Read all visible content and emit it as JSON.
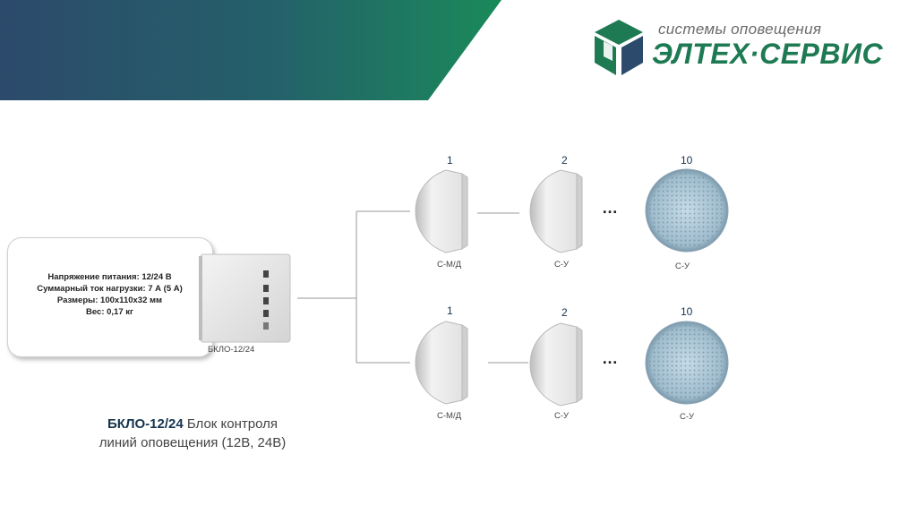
{
  "logo": {
    "subtitle": "системы оповещения",
    "brand": "ЭЛТЕХ·СЕРВИС"
  },
  "specs": {
    "lines": [
      "Напряжение питания: 12/24 В",
      "Суммарный ток нагрузки: 7 А (5 А)",
      "Размеры: 100х110х32 мм",
      "Вес: 0,17 кг"
    ]
  },
  "device": {
    "label": "БКЛО-12/24"
  },
  "caption": {
    "model": "БКЛО-12/24",
    "desc_1": " Блок контроля",
    "desc_2": "линий оповещения (12В, 24В)"
  },
  "lines": [
    {
      "speakers": [
        {
          "number": "1",
          "label": "С-М/Д"
        },
        {
          "number": "2",
          "label": "С-У"
        },
        {
          "number": "10",
          "label": "С-У"
        }
      ],
      "ellipsis": "…"
    },
    {
      "speakers": [
        {
          "number": "1",
          "label": "С-М/Д"
        },
        {
          "number": "2",
          "label": "С-У"
        },
        {
          "number": "10",
          "label": "С-У"
        }
      ],
      "ellipsis": "…"
    }
  ],
  "colors": {
    "banner_from": "#2c4a6b",
    "banner_to": "#1a8a5a",
    "brand_green": "#1e7a52",
    "number_blue": "#16344f"
  }
}
